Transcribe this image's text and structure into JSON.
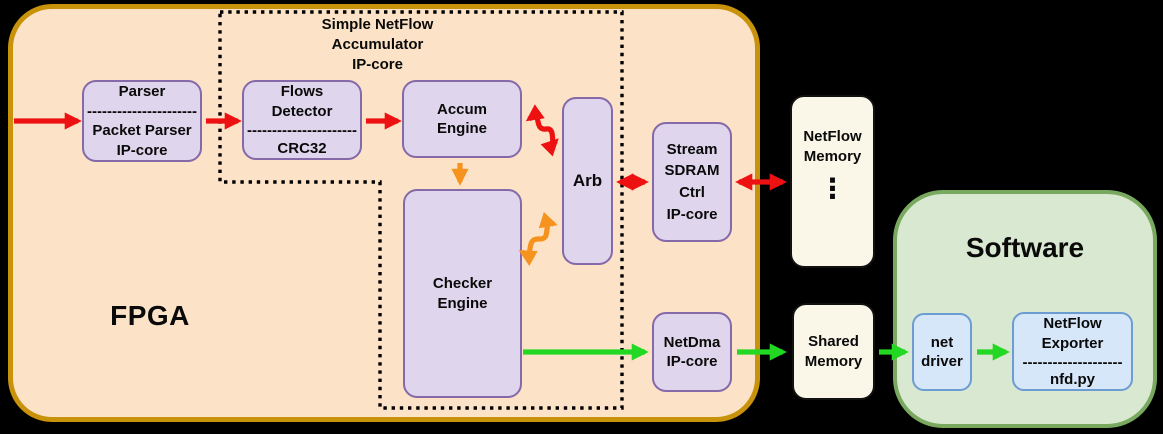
{
  "colors": {
    "background": "#000000",
    "fpga_fill": "#FCE3C7",
    "fpga_border": "#C8920A",
    "node_fill": "#DFD5EC",
    "node_border": "#8569A9",
    "memory_fill": "#FAF7E8",
    "memory_border": "#111111",
    "software_fill": "#D9E8D1",
    "software_border": "#79A95F",
    "blue_fill": "#D7E7FA",
    "blue_border": "#6C9CD2",
    "arrow_red": "#EE1111",
    "arrow_orange": "#F6921E",
    "arrow_green": "#22D822"
  },
  "fpga": {
    "label": "FPGA"
  },
  "accumulator_region": {
    "title_line1": "Simple NetFlow",
    "title_line2": "Accumulator",
    "title_line3": "IP-core"
  },
  "nodes": {
    "parser": {
      "line1": "Parser",
      "separator": "----------------------",
      "line2": "Packet Parser",
      "line3": "IP-core"
    },
    "flows_detector": {
      "line1": "Flows",
      "line2": "Detector",
      "separator": "----------------------",
      "line3": "CRC32"
    },
    "accum_engine": {
      "line1": "Accum",
      "line2": "Engine"
    },
    "arb": {
      "label": "Arb"
    },
    "checker_engine": {
      "line1": "Checker",
      "line2": "Engine"
    },
    "stream_sdram": {
      "line1": "Stream",
      "line2": "SDRAM",
      "line3": "Ctrl",
      "line4": "IP-core"
    },
    "netdma": {
      "line1": "NetDma",
      "line2": "IP-core"
    },
    "netflow_memory": {
      "line1": "NetFlow",
      "line2": "Memory",
      "ellipsis": "⋮"
    },
    "shared_memory": {
      "line1": "Shared",
      "line2": "Memory"
    },
    "software": {
      "title": "Software"
    },
    "net_driver": {
      "line1": "net",
      "line2": "driver"
    },
    "netflow_exporter": {
      "line1": "NetFlow",
      "line2": "Exporter",
      "separator": "--------------------",
      "line3": "nfd.py"
    }
  }
}
